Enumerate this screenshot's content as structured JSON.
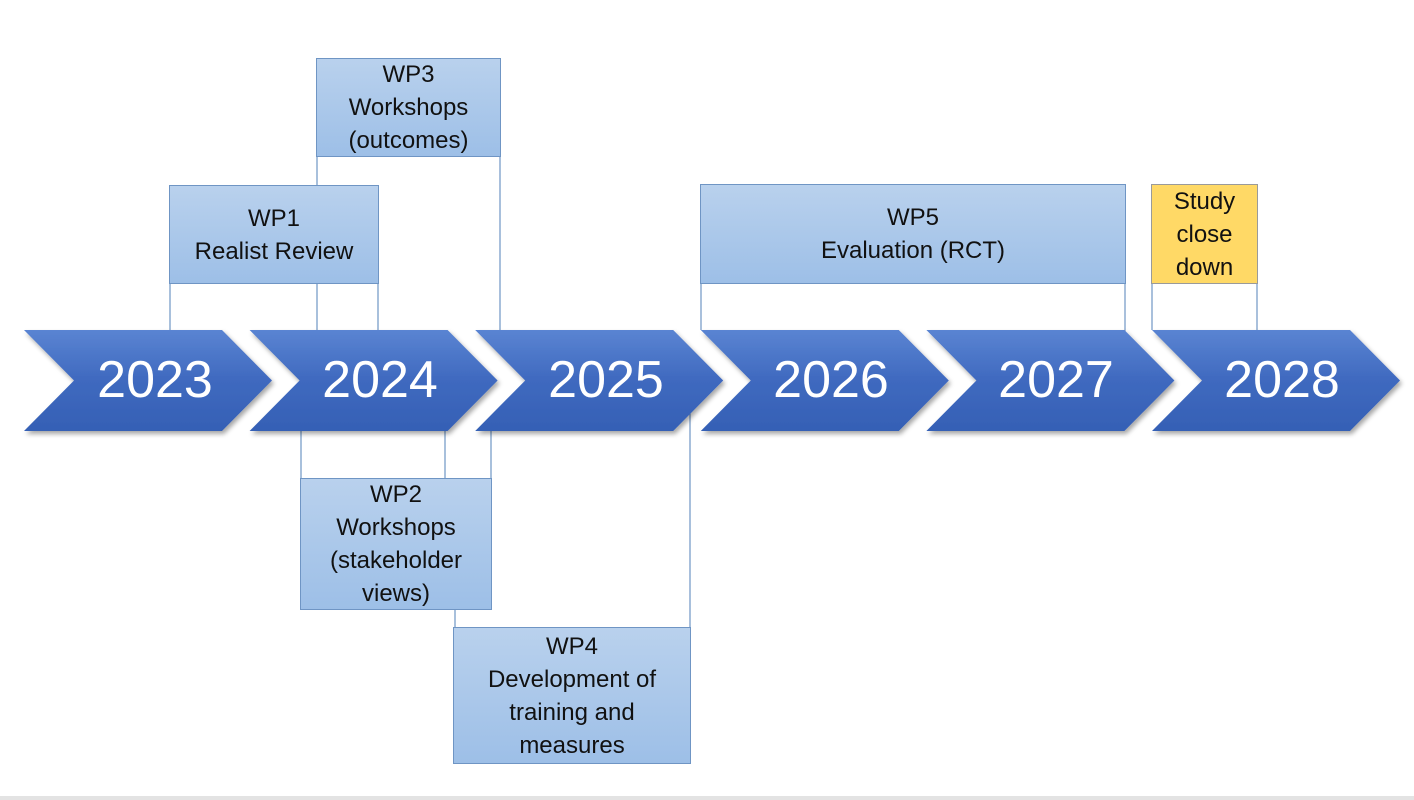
{
  "timeline": {
    "years": [
      "2023",
      "2024",
      "2025",
      "2026",
      "2027",
      "2028"
    ],
    "arrow_color": "#4a73c4"
  },
  "work_packages": {
    "wp3": {
      "code": "WP3",
      "lines": [
        "Workshops",
        "(outcomes)"
      ]
    },
    "wp1": {
      "code": "WP1",
      "lines": [
        "Realist Review"
      ]
    },
    "wp5": {
      "code": "WP5",
      "lines": [
        "Evaluation (RCT)"
      ]
    },
    "close": {
      "lines": [
        "Study",
        "close",
        "down"
      ]
    },
    "wp2": {
      "code": "WP2",
      "lines": [
        "Workshops",
        "(stakeholder",
        "views)"
      ]
    },
    "wp4": {
      "code": "WP4",
      "lines": [
        "Development of",
        "training and",
        "measures"
      ]
    }
  },
  "colors": {
    "box_fill": "#a9c7ea",
    "box_border": "#6f95c4",
    "closedown_fill": "#ffd966"
  }
}
